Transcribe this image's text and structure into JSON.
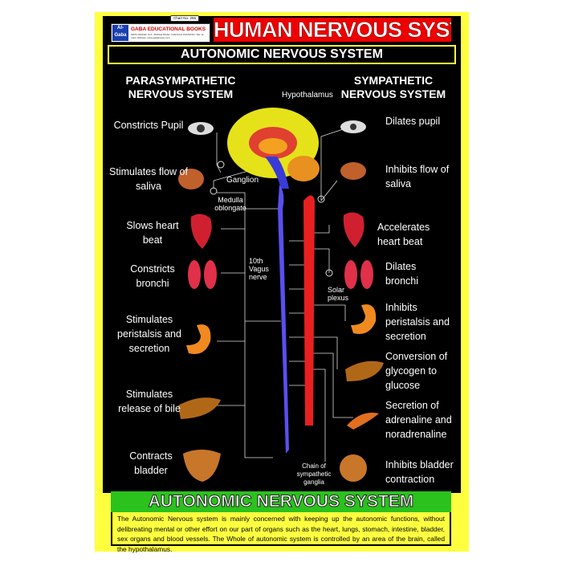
{
  "header": {
    "chart_no": "Chart No. 255",
    "publisher": "GABA EDUCATIONAL BOOKS",
    "logo_text": "Al-Gaba",
    "address": "URDU BAZAR, M.A. JINNAH ROAD, KARACHI, PAKISTAN. TEL: E-mail / Website: www.gababooks.com",
    "title": "HUMAN NERVOUS SYSTEM",
    "subtitle": "AUTONOMIC NERVOUS SYSTEM"
  },
  "left": {
    "heading": "PARASYMPATHETIC NERVOUS SYSTEM",
    "items": [
      "Constricts Pupil",
      "Stimulates flow of saliva",
      "Slows heart beat",
      "Constricts bronchi",
      "Stimulates peristalsis and secretion",
      "Stimulates release of bile",
      "Contracts bladder"
    ]
  },
  "right": {
    "heading": "SYMPATHETIC NERVOUS SYSTEM",
    "items": [
      "Dilates pupil",
      "Inhibits flow of saliva",
      "Accelerates heart beat",
      "Dilates bronchi",
      "Inhibits peristalsis and secretion",
      "Conversion of glycogen to glucose",
      "Secretion of adrenaline and noradrenaline",
      "Inhibits bladder contraction"
    ]
  },
  "diagram": {
    "hypothalamus": "Hypothalamus",
    "ganglion": "Ganglion",
    "medulla": "Medulla oblongate",
    "vagus": "10th Vagus nerve",
    "solar": "Solar plexus",
    "chain": "Chain of sympathetic ganglia"
  },
  "footer": {
    "title": "AUTONOMIC NERVOUS SYSTEM",
    "text": "The Autonomic Nervous system is mainly concerned with keeping up the autonomic functions, without delibreating mental or other effort on our part of organs such as the heart, lungs, stomach, intestine, bladder, sex organs and blood vessels. The Whole of autonomic system is controlled by an area of the brain, called the hypothalamus."
  }
}
